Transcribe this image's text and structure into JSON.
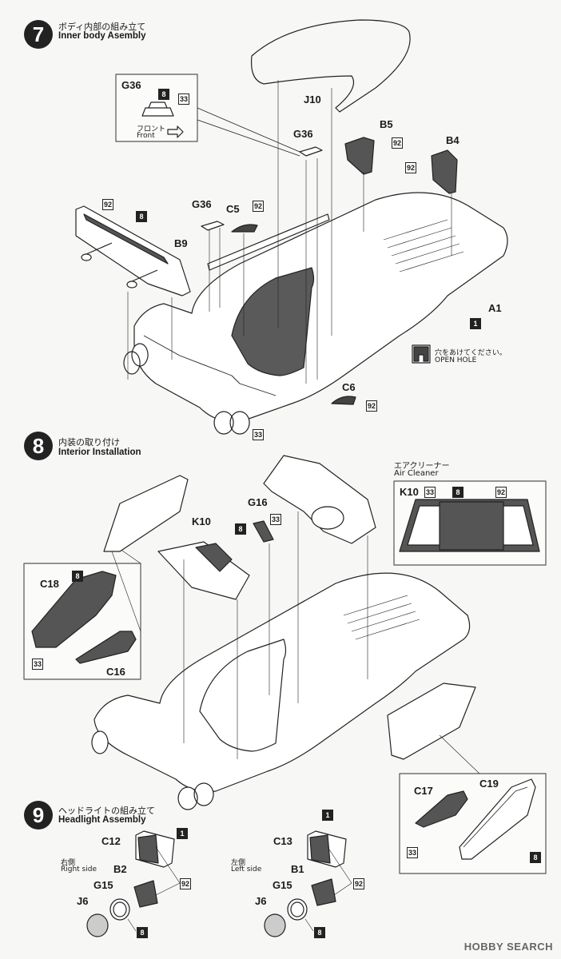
{
  "step7": {
    "number": "7",
    "title_jp": "ボディ内部の組み立て",
    "title_en": "Inner body Asembly",
    "inset_part": "G36",
    "inset_badge_a": "8",
    "inset_badge_b": "33",
    "front_jp": "フロント",
    "front_en": "Front",
    "parts": {
      "j10": "J10",
      "g36a": "G36",
      "g36b": "G36",
      "b5": "B5",
      "b4": "B4",
      "c5": "C5",
      "b9": "B9",
      "a1": "A1",
      "c6": "C6"
    },
    "badges": {
      "b5_92": "92",
      "b4_92": "92",
      "c5_92": "92",
      "b9_92": "92",
      "b9_8": "8",
      "a1_1": "1",
      "c6_92": "92",
      "body_33": "33"
    },
    "open_hole_jp": "穴をあけてください。",
    "open_hole_en": "OPEN HOLE"
  },
  "step8": {
    "number": "8",
    "title_jp": "内装の取り付け",
    "title_en": "Interior Installation",
    "air_cleaner_jp": "エアクリーナー",
    "air_cleaner_en": "Air Cleaner",
    "inset_part": "K10",
    "inset_badges": [
      "33",
      "8",
      "92"
    ],
    "parts": {
      "g16": "G16",
      "k10": "K10",
      "c18": "C18",
      "c16": "C16",
      "c17": "C17",
      "c19": "C19"
    },
    "badges": {
      "g16_8": "8",
      "g16_33": "33",
      "c18_8": "8",
      "c18_33": "33",
      "c17_33": "33",
      "c19_8": "8"
    }
  },
  "step9": {
    "number": "9",
    "title_jp": "ヘッドライトの組み立て",
    "title_en": "Headlight Assembly",
    "right": {
      "side_jp": "右側",
      "side_en": "Right side",
      "c": "C12",
      "b": "B2",
      "g": "G15",
      "j": "J6",
      "badge_1": "1",
      "badge_92": "92",
      "badge_8": "8"
    },
    "left": {
      "side_jp": "左側",
      "side_en": "Left side",
      "c": "C13",
      "b": "B1",
      "g": "G15",
      "j": "J6",
      "badge_1": "1",
      "badge_92": "92",
      "badge_8": "8"
    }
  },
  "watermark": "HOBBY SEARCH"
}
